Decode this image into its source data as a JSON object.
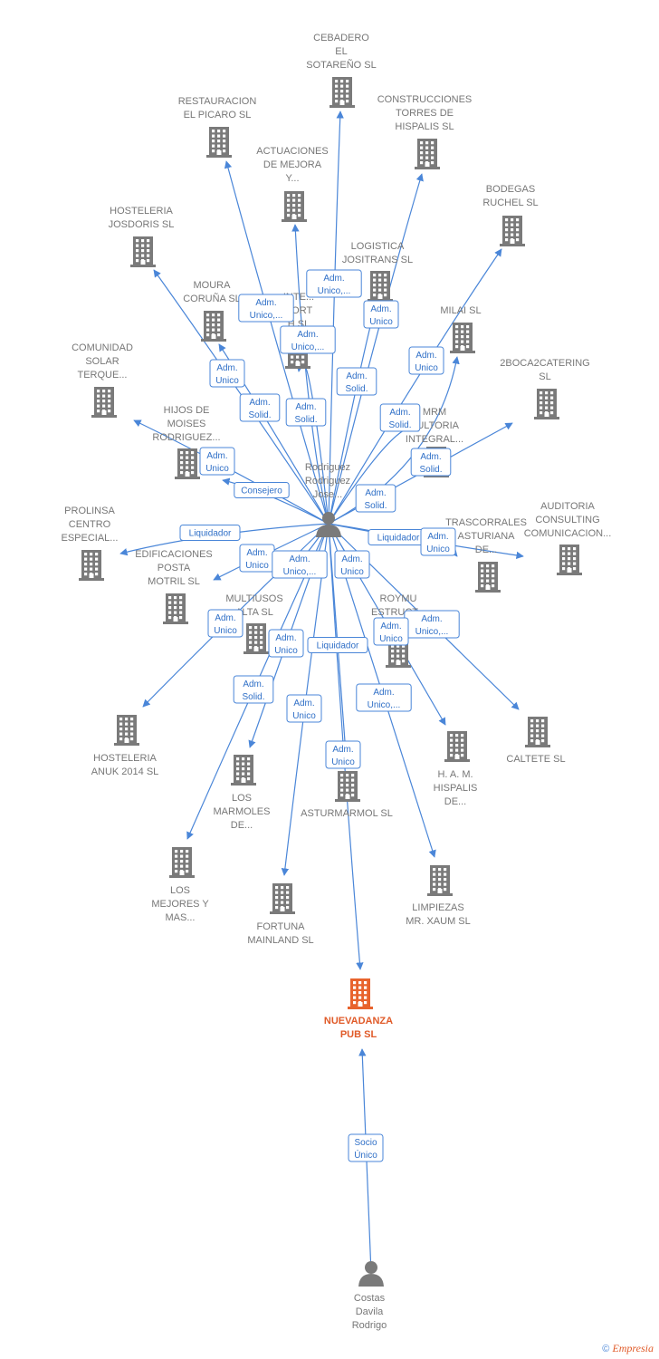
{
  "colors": {
    "edge": "#4a86d8",
    "company": "#7a7a7a",
    "focus_company": "#e8632d",
    "person": "#7a7a7a"
  },
  "people": [
    {
      "id": "p1",
      "lines": [
        "Rodriguez",
        "Rodriguez",
        "Jose..."
      ],
      "icon": "person-icon"
    },
    {
      "id": "p2",
      "lines": [
        "Costas",
        "Davila",
        "Rodrigo"
      ],
      "icon": "person-icon"
    }
  ],
  "companies": [
    {
      "id": "c_cebadero",
      "lines": [
        "CEBADERO",
        "EL",
        "SOTAREÑO  SL"
      ]
    },
    {
      "id": "c_restauracion",
      "lines": [
        "RESTAURACION",
        "EL PICARO  SL"
      ]
    },
    {
      "id": "c_construcciones",
      "lines": [
        "CONSTRUCCIONES",
        "TORRES DE",
        "HISPALIS SL"
      ]
    },
    {
      "id": "c_actuaciones",
      "lines": [
        "ACTUACIONES",
        "DE MEJORA",
        "Y..."
      ]
    },
    {
      "id": "c_hosteleria_josdoris",
      "lines": [
        "HOSTELERIA",
        "JOSDORIS SL"
      ]
    },
    {
      "id": "c_bodegas",
      "lines": [
        "BODEGAS",
        "RUCHEL SL"
      ]
    },
    {
      "id": "c_logistica",
      "lines": [
        "LOGISTICA",
        "JOSITRANS  SL"
      ]
    },
    {
      "id": "c_moura",
      "lines": [
        "MOURA",
        "CORUÑA  SL"
      ]
    },
    {
      "id": "c_inte",
      "lines": [
        "INTE...",
        "PORT",
        "H  SL"
      ]
    },
    {
      "id": "c_milai",
      "lines": [
        "MILAI  SL"
      ]
    },
    {
      "id": "c_comunidad",
      "lines": [
        "COMUNIDAD",
        "SOLAR",
        "TERQUE..."
      ]
    },
    {
      "id": "c_2boca",
      "lines": [
        "2BOCA2CATERING",
        "SL"
      ]
    },
    {
      "id": "c_hijos",
      "lines": [
        "HIJOS DE",
        "MOISES",
        "RODRIGUEZ..."
      ]
    },
    {
      "id": "c_mrm",
      "lines": [
        "MRM",
        "SULTORIA",
        "INTEGRAL..."
      ]
    },
    {
      "id": "c_prolinsa",
      "lines": [
        "PROLINSA",
        "CENTRO",
        "ESPECIAL..."
      ]
    },
    {
      "id": "c_auditoria",
      "lines": [
        "AUDITORIA",
        "CONSULTING",
        "COMUNICACION..."
      ]
    },
    {
      "id": "c_trascorrales",
      "lines": [
        "TRASCORRALES",
        "ASTURIANA",
        "DE..."
      ]
    },
    {
      "id": "c_edificaciones",
      "lines": [
        "EDIFICACIONES",
        "POSTA",
        "MOTRIL SL"
      ]
    },
    {
      "id": "c_multiusos",
      "lines": [
        "MULTIUSOS",
        "ALTA  SL"
      ]
    },
    {
      "id": "c_roymu",
      "lines": [
        "ROYMU",
        "ESTRUCT..."
      ]
    },
    {
      "id": "c_hosteleria_anuk",
      "lines": [
        "HOSTELERIA",
        "ANUK 2014  SL"
      ]
    },
    {
      "id": "c_caltete",
      "lines": [
        "CALTETE  SL"
      ]
    },
    {
      "id": "c_hamhispalis",
      "lines": [
        "H.  A. M.",
        "HISPALIS",
        "DE..."
      ]
    },
    {
      "id": "c_marmoles",
      "lines": [
        "LOS",
        "MARMOLES",
        "DE..."
      ]
    },
    {
      "id": "c_asturmarmol",
      "lines": [
        "ASTURMARMOL SL"
      ]
    },
    {
      "id": "c_mejores",
      "lines": [
        "LOS",
        "MEJORES Y",
        "MAS..."
      ]
    },
    {
      "id": "c_limpiezas",
      "lines": [
        "LIMPIEZAS",
        "MR.  XAUM SL"
      ]
    },
    {
      "id": "c_fortuna",
      "lines": [
        "FORTUNA",
        "MAINLAND  SL"
      ]
    },
    {
      "id": "c_nuevadanza",
      "lines": [
        "NUEVADANZA",
        "PUB  SL"
      ],
      "focus": true
    }
  ],
  "relations": [
    {
      "from": "p1",
      "to": "c_cebadero",
      "label": [
        "Adm.",
        "Unico,..."
      ]
    },
    {
      "from": "p1",
      "to": "c_restauracion",
      "label": [
        "Adm.",
        "Unico,..."
      ]
    },
    {
      "from": "p1",
      "to": "c_construcciones",
      "label": [
        "Adm.",
        "Unico"
      ]
    },
    {
      "from": "p1",
      "to": "c_actuaciones",
      "label": [
        "Adm.",
        "Solid."
      ]
    },
    {
      "from": "p1",
      "to": "c_hosteleria_josdoris",
      "label": [
        "Adm.",
        "Unico"
      ]
    },
    {
      "from": "p1",
      "to": "c_bodegas",
      "label": [
        "Adm.",
        "Unico"
      ]
    },
    {
      "from": "p1",
      "to": "c_logistica",
      "label": [
        "Adm.",
        "Solid."
      ]
    },
    {
      "from": "p1",
      "to": "c_moura",
      "label": [
        "Adm.",
        "Solid."
      ]
    },
    {
      "from": "p1",
      "to": "c_inte",
      "label": [
        "Adm.",
        "Unico,..."
      ]
    },
    {
      "from": "p1",
      "to": "c_milai",
      "label": [
        "Adm.",
        "Solid."
      ]
    },
    {
      "from": "p1",
      "to": "c_comunidad",
      "label": [
        "Adm.",
        "Unico"
      ]
    },
    {
      "from": "p1",
      "to": "c_2boca",
      "label": [
        "Adm.",
        "Solid."
      ]
    },
    {
      "from": "p1",
      "to": "c_hijos",
      "label": [
        "Consejero"
      ]
    },
    {
      "from": "p1",
      "to": "c_mrm",
      "label": [
        "Adm.",
        "Solid."
      ]
    },
    {
      "from": "p1",
      "to": "c_prolinsa",
      "label": [
        "Liquidador"
      ]
    },
    {
      "from": "p1",
      "to": "c_auditoria",
      "label": [
        "Liquidador"
      ]
    },
    {
      "from": "p1",
      "to": "c_trascorrales",
      "label": [
        "Adm.",
        "Unico"
      ]
    },
    {
      "from": "p1",
      "to": "c_edificaciones",
      "label": [
        "Adm.",
        "Unico"
      ]
    },
    {
      "from": "p1",
      "to": "c_multiusos",
      "label": [
        "Adm.",
        "Unico,..."
      ]
    },
    {
      "from": "p1",
      "to": "c_roymu",
      "label": [
        "Adm.",
        "Unico"
      ]
    },
    {
      "from": "p1",
      "to": "c_hosteleria_anuk",
      "label": [
        "Adm.",
        "Unico"
      ]
    },
    {
      "from": "p1",
      "to": "c_caltete",
      "label": [
        "Adm.",
        "Unico,..."
      ]
    },
    {
      "from": "p1",
      "to": "c_hamhispalis",
      "label": [
        "Adm.",
        "Unico"
      ]
    },
    {
      "from": "p1",
      "to": "c_marmoles",
      "label": [
        "Adm.",
        "Unico"
      ]
    },
    {
      "from": "p1",
      "to": "c_asturmarmol",
      "label": [
        "Liquidador"
      ]
    },
    {
      "from": "p1",
      "to": "c_mejores",
      "label": [
        "Adm.",
        "Solid."
      ]
    },
    {
      "from": "p1",
      "to": "c_limpiezas",
      "label": [
        "Adm.",
        "Unico,..."
      ]
    },
    {
      "from": "p1",
      "to": "c_fortuna",
      "label": [
        "Adm.",
        "Unico"
      ]
    },
    {
      "from": "p1",
      "to": "c_nuevadanza",
      "label": [
        "Adm.",
        "Unico"
      ]
    },
    {
      "from": "p2",
      "to": "c_nuevadanza",
      "label": [
        "Socio",
        "Único"
      ]
    }
  ],
  "footer": {
    "copyright": "©",
    "brand": "Empresia"
  }
}
